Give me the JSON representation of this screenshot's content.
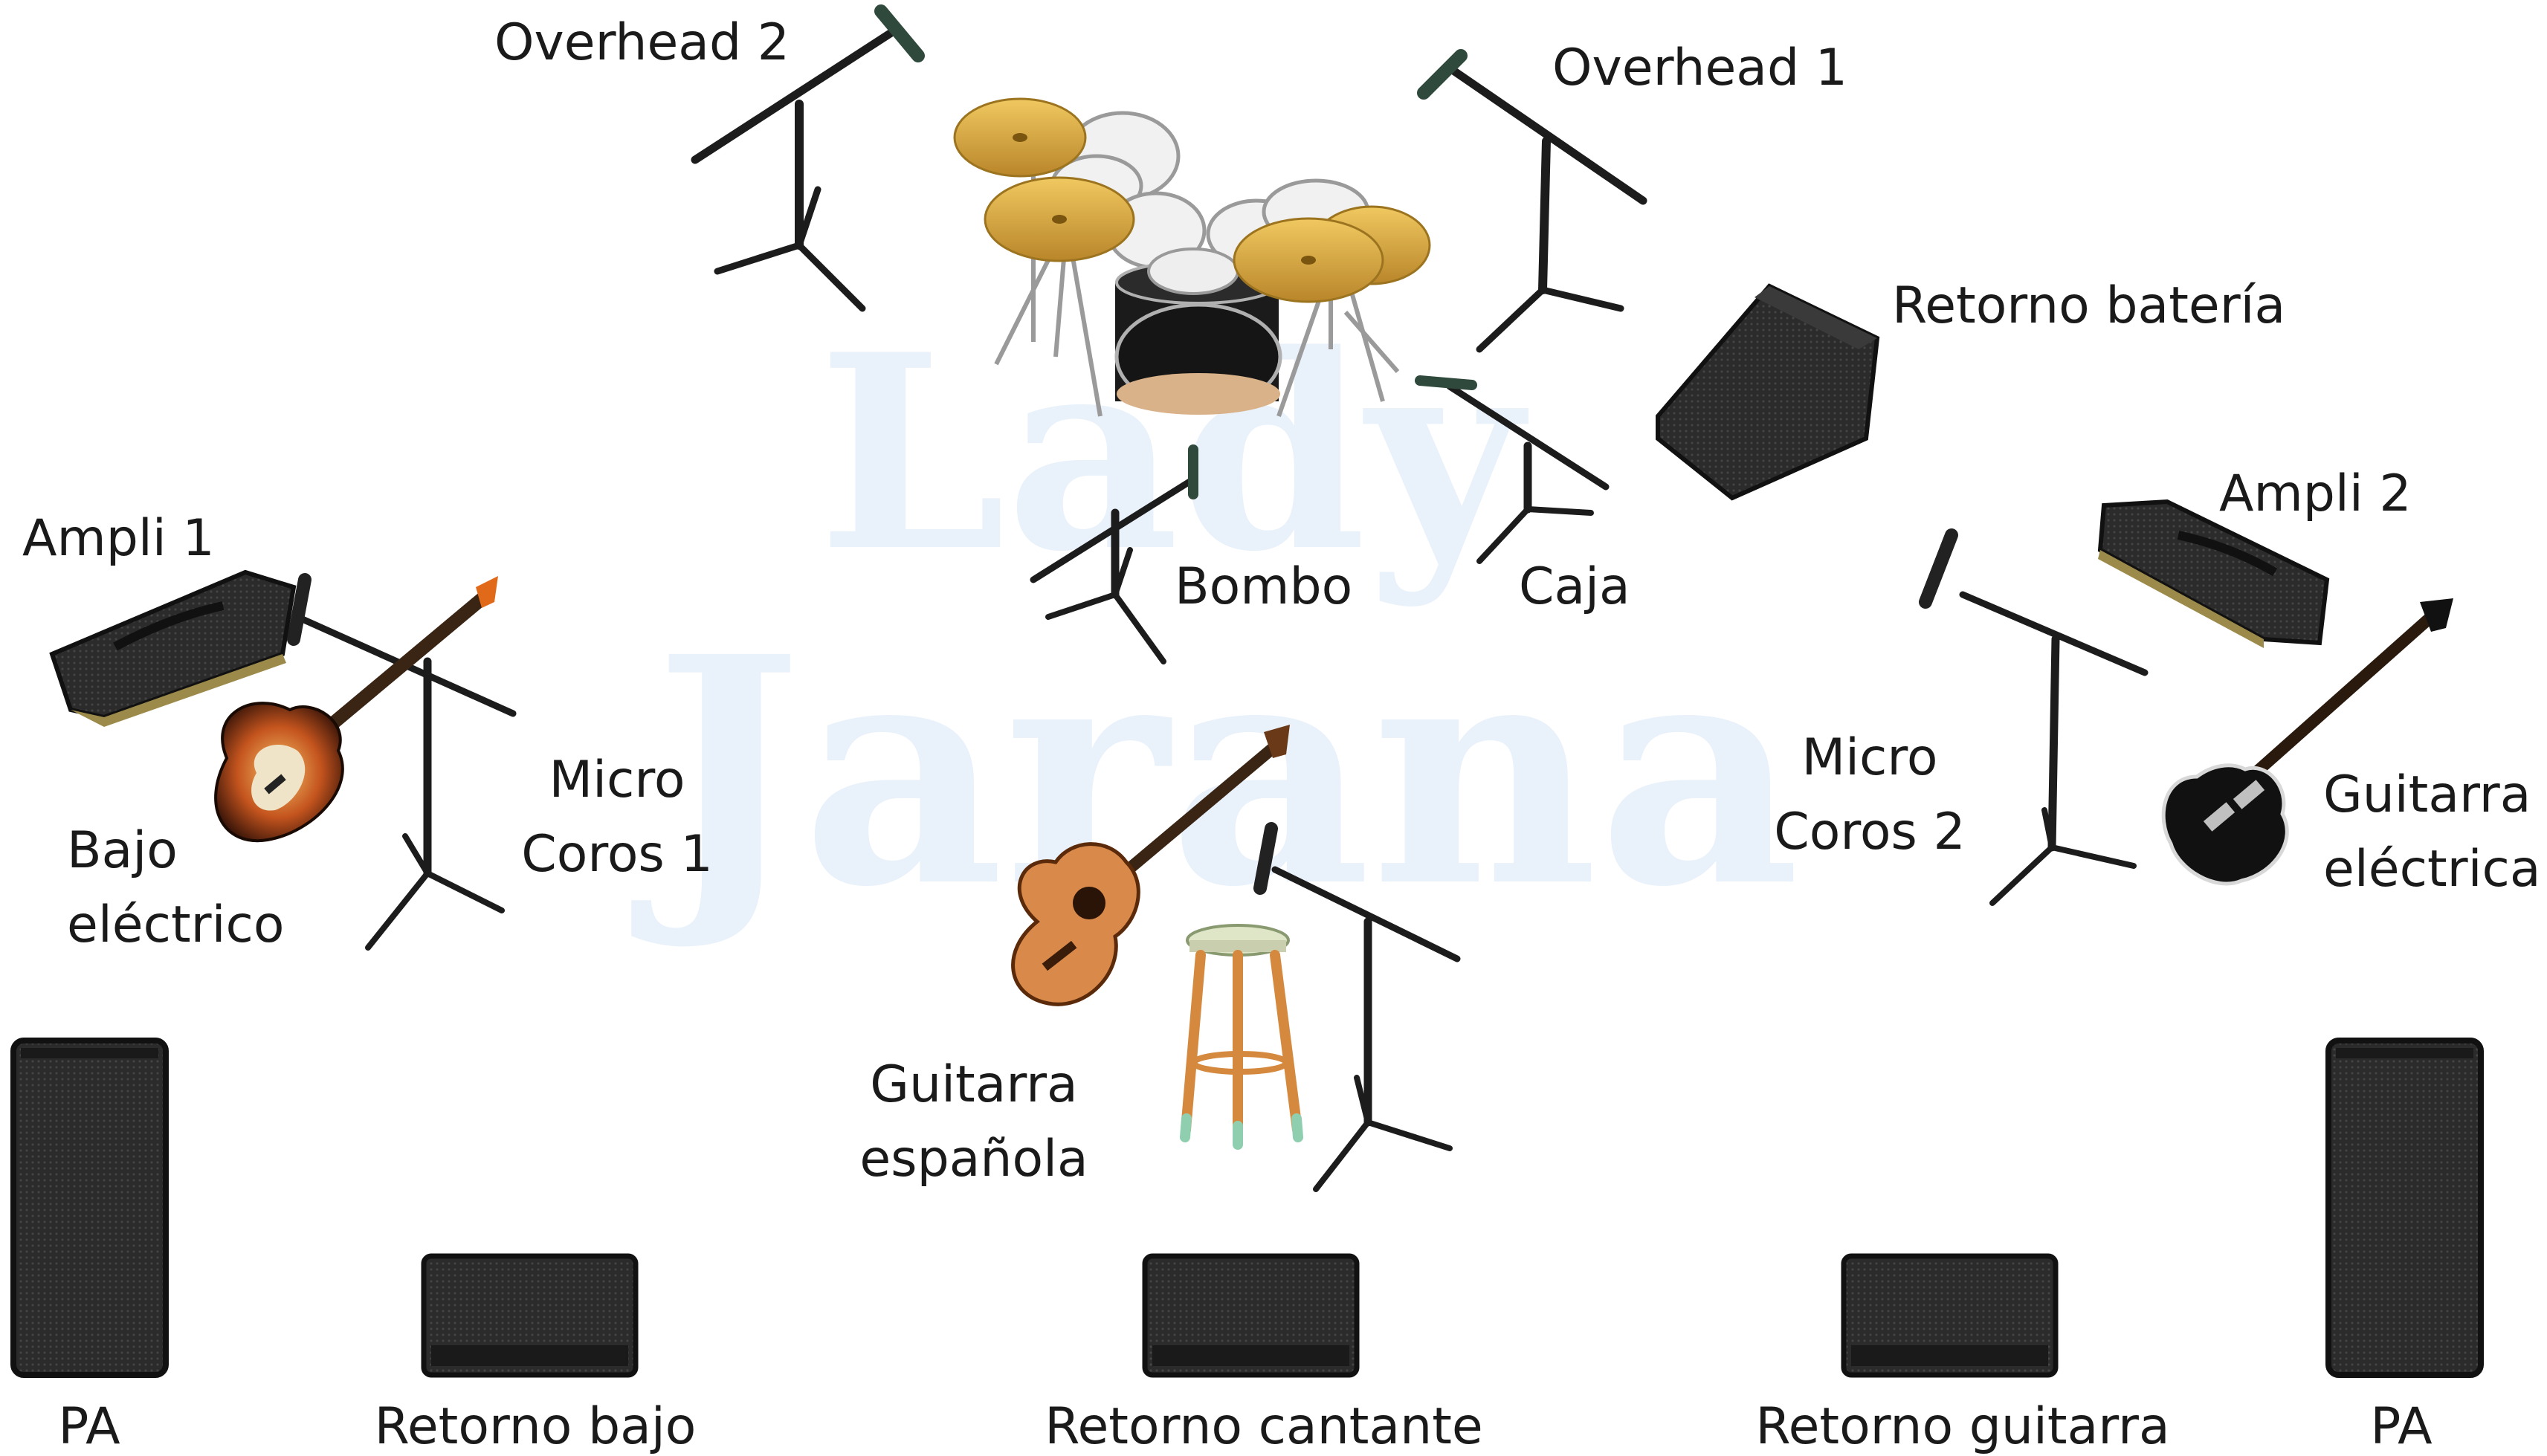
{
  "watermark": {
    "line1": "Lady",
    "line2": "Jarana"
  },
  "labels": {
    "overhead2": "Overhead 2",
    "overhead1": "Overhead 1",
    "retorno_bateria": "Retorno batería",
    "ampli1": "Ampli 1",
    "ampli2": "Ampli 2",
    "bombo": "Bombo",
    "caja": "Caja",
    "micro_coros1": [
      "Micro",
      "Coros 1"
    ],
    "micro_coros2": [
      "Micro",
      "Coros 2"
    ],
    "bajo_electrico": [
      "Bajo",
      "eléctrico"
    ],
    "guitarra_electrica": [
      "Guitarra",
      "eléctrica"
    ],
    "guitarra_espanola": [
      "Guitarra",
      "española"
    ],
    "pa_left": "PA",
    "pa_right": "PA",
    "retorno_bajo": "Retorno bajo",
    "retorno_cantante": "Retorno cantante",
    "retorno_guitarra": "Retorno guitarra"
  },
  "icons": {
    "overhead2_mic": "mic-stand-icon",
    "overhead1_mic": "mic-stand-icon",
    "drum_kit": "drum-kit-icon",
    "kick_mic": "mic-stand-icon",
    "snare_mic": "mic-stand-icon",
    "drum_monitor": "stage-monitor-icon",
    "amp1": "guitar-amp-icon",
    "amp2": "guitar-amp-icon",
    "bass": "electric-bass-icon",
    "electric_guitar": "electric-guitar-icon",
    "acoustic_guitar": "spanish-guitar-icon",
    "stool": "bar-stool-icon",
    "pa_speaker": "pa-speaker-icon",
    "wedge_monitor": "wedge-monitor-icon"
  },
  "colors": {
    "label_text": "#1a1a1a",
    "watermark": "#e9f1fa",
    "cymbal": "#d9a740",
    "speaker_body": "#2a2a2a",
    "bass_sunburst": "#b8451c",
    "acoustic_wood": "#d98a4a",
    "stool_wood": "#d4893f",
    "stool_seat": "#dfe6c8",
    "stool_feet": "#8fcfb0"
  }
}
